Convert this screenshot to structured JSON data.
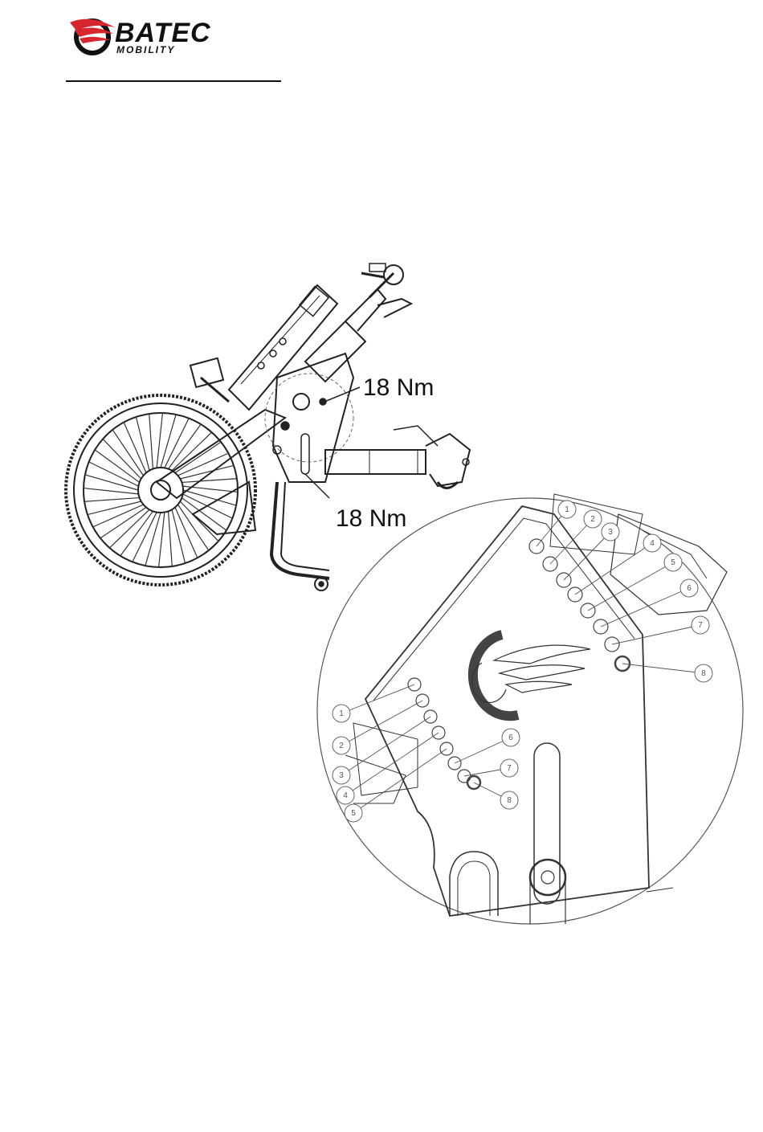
{
  "brand": {
    "name": "BATEC",
    "subtitle": "MOBILITY",
    "accent_color": "#d7262e"
  },
  "annotations": {
    "torque_top": "18 Nm",
    "torque_bottom": "18 Nm"
  },
  "detail": {
    "right_callouts": [
      "1",
      "2",
      "3",
      "4",
      "5",
      "6",
      "7",
      "8"
    ],
    "left_callouts": [
      "1",
      "2",
      "3",
      "4",
      "5",
      "6",
      "7",
      "8"
    ]
  }
}
